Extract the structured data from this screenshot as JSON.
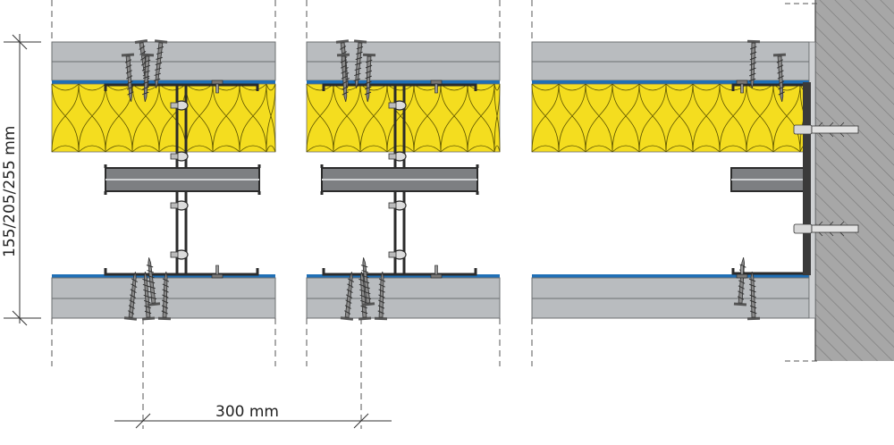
{
  "dimensions": {
    "height_label": "155/205/255 mm",
    "spacing_label": "300 mm"
  },
  "colors": {
    "board": "#b9bcbf",
    "board_edge": "#6c6f72",
    "insulation": "#f4dd1f",
    "insulation_line": "#5b5200",
    "membrane": "#1f6fb6",
    "steel": "#2b2b2b",
    "masonry": "#a7a7a7",
    "dim_line": "#333333"
  },
  "icons": [
    "screw-icon",
    "wall-anchor-icon",
    "hatch-pattern"
  ]
}
